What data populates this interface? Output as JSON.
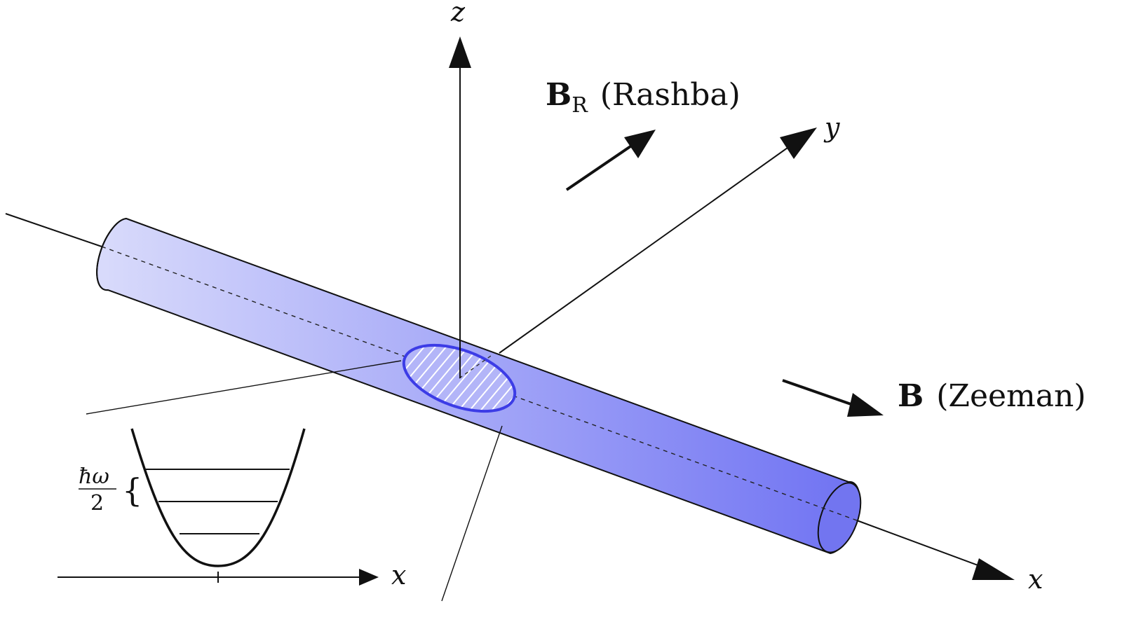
{
  "axes": {
    "z": "z",
    "y": "y",
    "x": "x"
  },
  "rashba": {
    "symbol": "B",
    "subscript": "R",
    "label": "(Rashba)"
  },
  "zeeman": {
    "symbol": "B",
    "label": "(Zeeman)"
  },
  "inset": {
    "energy_numerator": "ħω",
    "energy_denominator": "2",
    "brace": "{",
    "axis": "x"
  },
  "colors": {
    "tube_light": "#d9dbfb",
    "tube_mid": "#a9acf8",
    "tube_dark": "#6f72f2",
    "cross_section": "#3c3ce6",
    "ink": "#111111"
  }
}
